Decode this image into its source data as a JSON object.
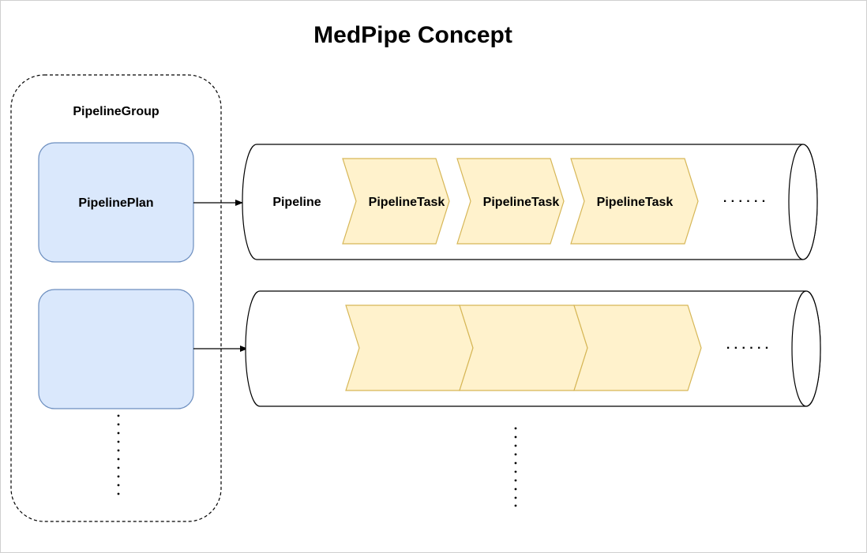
{
  "title": "MedPipe Concept",
  "group": {
    "label": "PipelineGroup",
    "plans": [
      "PipelinePlan",
      ""
    ],
    "more_marker": "·"
  },
  "pipelines": [
    {
      "label": "Pipeline",
      "tasks": [
        "PipelineTask",
        "PipelineTask",
        "PipelineTask"
      ],
      "ellipsis": "· · · · · ·"
    },
    {
      "label": "",
      "tasks": [
        "",
        "",
        ""
      ],
      "ellipsis": "· · · · · ·"
    }
  ],
  "colors": {
    "plan_fill": "#dae8fc",
    "plan_stroke": "#6c8ebf",
    "task_fill": "#fff2cc",
    "task_stroke": "#d6b656",
    "line": "#000000"
  }
}
